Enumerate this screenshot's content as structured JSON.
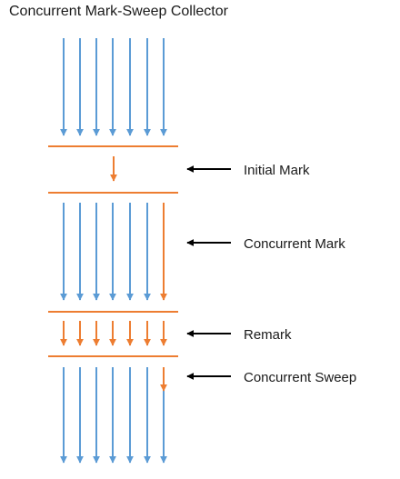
{
  "title": "Concurrent Mark-Sweep Collector",
  "colors": {
    "app_thread": "#5b9bd5",
    "gc_thread": "#ed7d31",
    "pointer": "#000000",
    "text": "#1a1a1a"
  },
  "phases": [
    {
      "label": "Initial Mark"
    },
    {
      "label": "Concurrent Mark"
    },
    {
      "label": "Remark"
    },
    {
      "label": "Concurrent Sweep"
    }
  ]
}
